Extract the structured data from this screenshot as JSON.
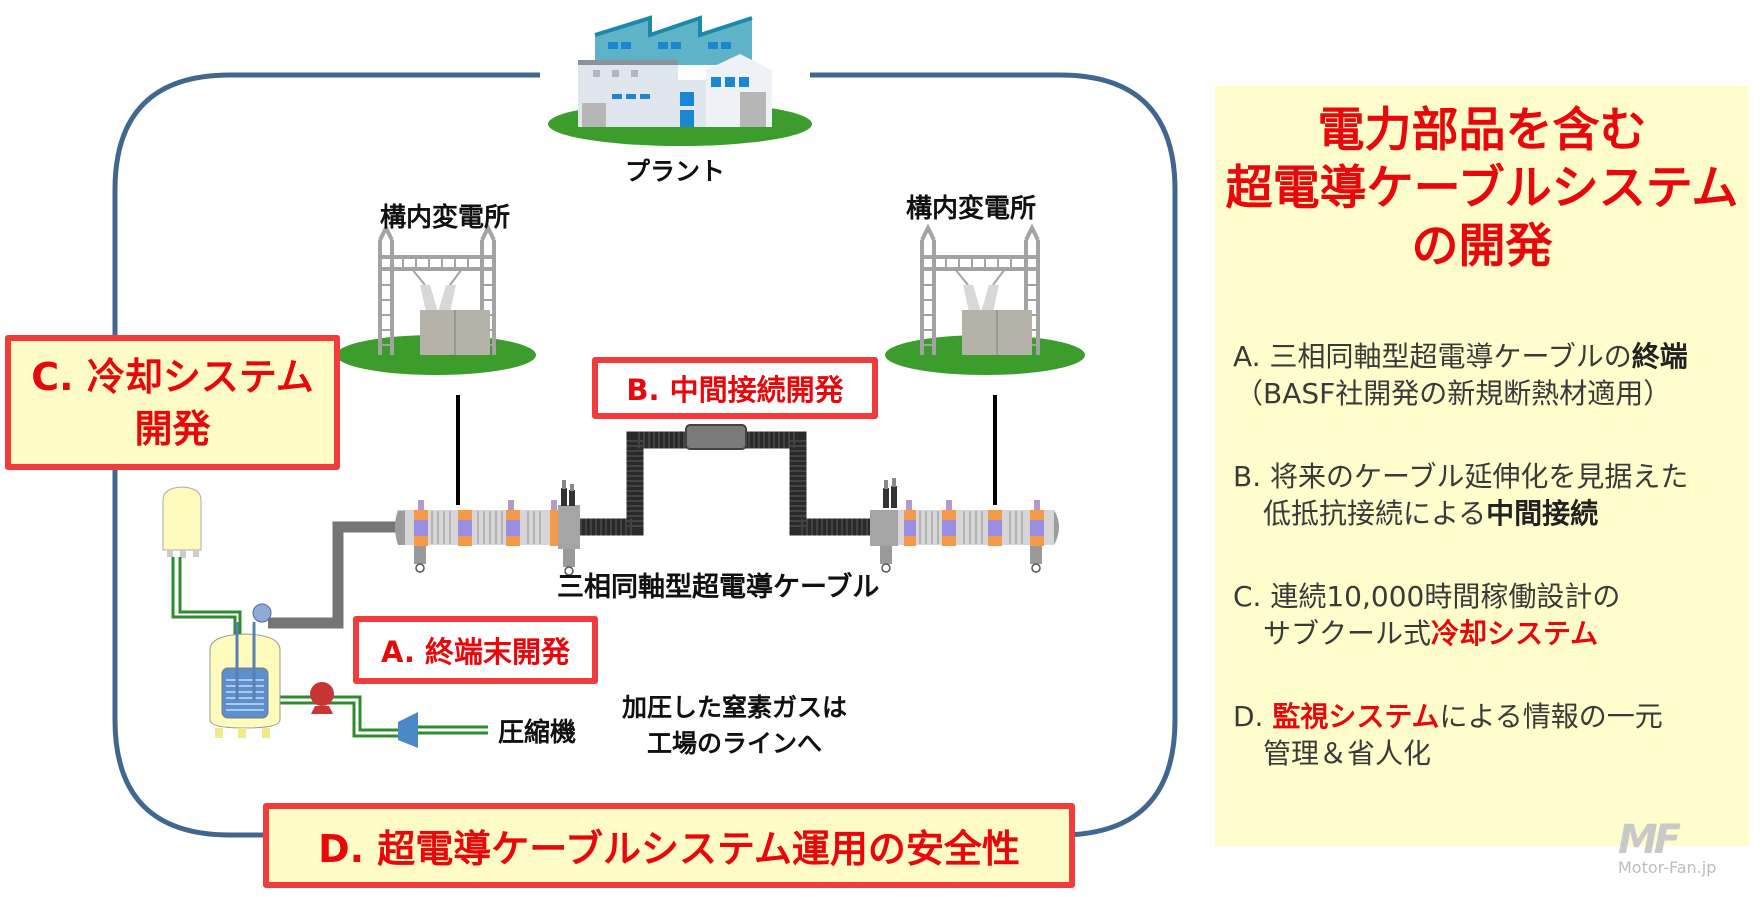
{
  "diagram": {
    "plant_label": "プラント",
    "substation_left_label": "構内変電所",
    "substation_right_label": "構内変電所",
    "cable_label": "三相同軸型超電導ケーブル",
    "compressor_label": "圧縮機",
    "nitrogen_note_line1": "加圧した窒素ガスは",
    "nitrogen_note_line2": "工場のラインへ"
  },
  "callouts": {
    "a": "A. 終端末開発",
    "b": "B. 中間接続開発",
    "c_line1": "C. 冷却システム",
    "c_line2": "開発",
    "d": "D. 超電導ケーブルシステム運用の安全性"
  },
  "side_panel": {
    "title_line1": "電力部品を含む",
    "title_line2": "超電導ケーブルシステム",
    "title_line3": "の開発",
    "items": [
      {
        "line1_prefix": "A. 三相同軸型超電導ケーブルの",
        "line1_bold": "終端",
        "line2": "（BASF社開発の新規断熱材適用）"
      },
      {
        "line1": "B. 将来のケーブル延伸化を見据えた",
        "line2_prefix": "低抵抗接続による",
        "line2_bold": "中間接続"
      },
      {
        "line1": "C. 連続10,000時間稼働設計の",
        "line2_prefix": "サブクール式",
        "line2_red": "冷却システム"
      },
      {
        "line1_prefix": "D. ",
        "line1_red": "監視システム",
        "line1_suffix": "による情報の一元",
        "line2": "管理＆省人化"
      }
    ]
  },
  "watermark": {
    "logo": "MF",
    "text": "Motor-Fan.jp"
  },
  "colors": {
    "accent_red": "#e8070b",
    "callout_border": "#f23b3b",
    "loop_line": "#41668f",
    "panel_bg": "#fffdcb",
    "ground_green": "#3c9d2c"
  }
}
